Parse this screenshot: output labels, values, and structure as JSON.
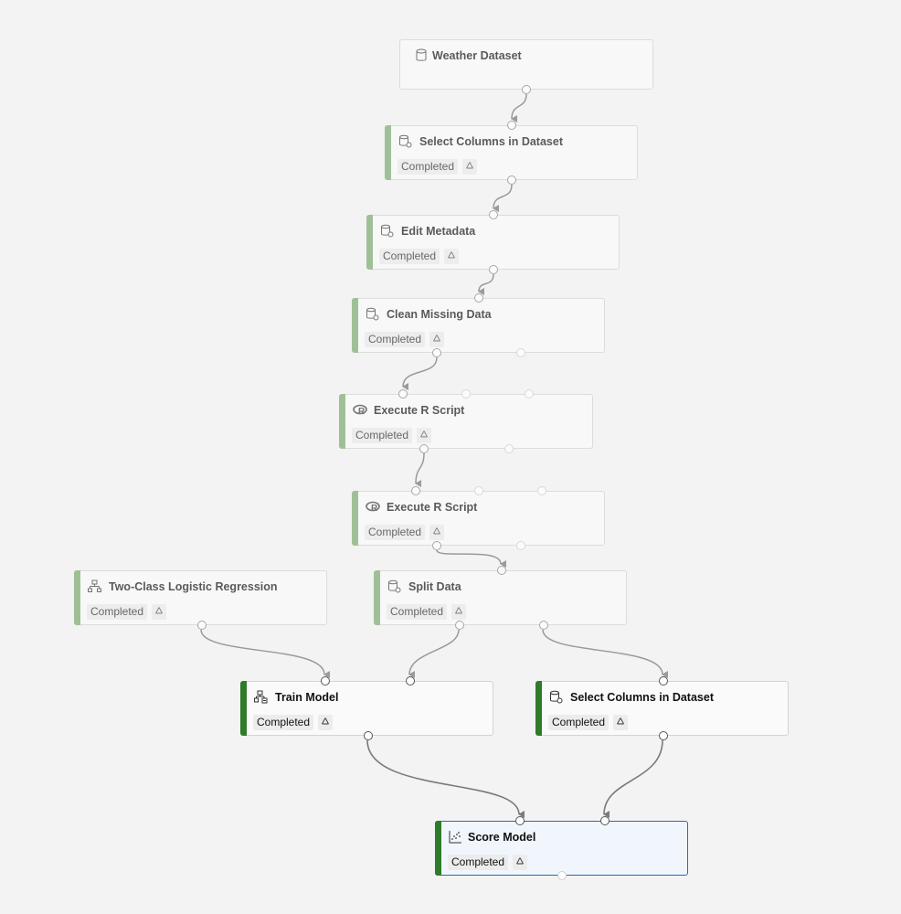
{
  "colors": {
    "completed_bar": "#7fad75",
    "completed_bar_active": "#2e7b2a",
    "edge": "#9a9a9a",
    "edge_active": "#7a7a7a",
    "selected_border": "#2b67c0"
  },
  "nodes": {
    "weather_dataset": {
      "title": "Weather Dataset",
      "icon": "dataset-icon"
    },
    "select_columns_1": {
      "title": "Select Columns in Dataset",
      "status": "Completed",
      "icon": "dataset-gear-icon"
    },
    "edit_metadata": {
      "title": "Edit Metadata",
      "status": "Completed",
      "icon": "dataset-gear-icon"
    },
    "clean_missing": {
      "title": "Clean Missing Data",
      "status": "Completed",
      "icon": "dataset-gear-icon"
    },
    "execute_r_1": {
      "title": "Execute R Script",
      "status": "Completed",
      "icon": "r-logo-icon"
    },
    "execute_r_2": {
      "title": "Execute R Script",
      "status": "Completed",
      "icon": "r-logo-icon"
    },
    "logistic": {
      "title": "Two-Class Logistic Regression",
      "status": "Completed",
      "icon": "tree-icon"
    },
    "split_data": {
      "title": "Split Data",
      "status": "Completed",
      "icon": "dataset-gear-icon"
    },
    "train_model": {
      "title": "Train Model",
      "status": "Completed",
      "icon": "train-icon"
    },
    "select_columns_2": {
      "title": "Select Columns in Dataset",
      "status": "Completed",
      "icon": "dataset-gear-icon"
    },
    "score_model": {
      "title": "Score Model",
      "status": "Completed",
      "icon": "scatter-icon"
    }
  },
  "edges": [
    [
      "weather_dataset",
      "select_columns_1"
    ],
    [
      "select_columns_1",
      "edit_metadata"
    ],
    [
      "edit_metadata",
      "clean_missing"
    ],
    [
      "clean_missing",
      "execute_r_1"
    ],
    [
      "execute_r_1",
      "execute_r_2"
    ],
    [
      "execute_r_2",
      "split_data"
    ],
    [
      "logistic",
      "train_model"
    ],
    [
      "split_data",
      "train_model"
    ],
    [
      "split_data",
      "select_columns_2"
    ],
    [
      "train_model",
      "score_model"
    ],
    [
      "select_columns_2",
      "score_model"
    ]
  ]
}
